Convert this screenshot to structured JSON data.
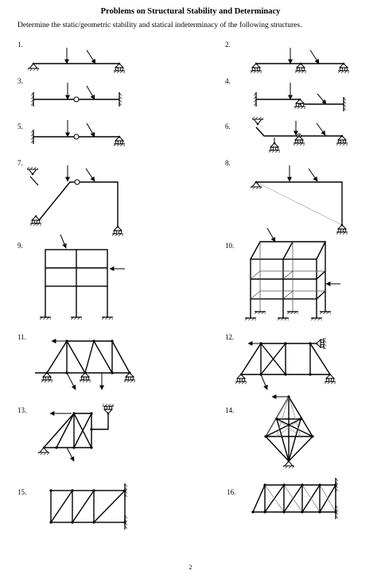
{
  "title": "Problems on Structural Stability and Determinacy",
  "instruction": "Determine the static/geometric stability and statical indeterminacy of the following structures.",
  "problem_numbers": [
    "1.",
    "2.",
    "3.",
    "4.",
    "5.",
    "6.",
    "7.",
    "8.",
    "9.",
    "10.",
    "11.",
    "12.",
    "13.",
    "14.",
    "15.",
    "16."
  ],
  "page_number": "2"
}
